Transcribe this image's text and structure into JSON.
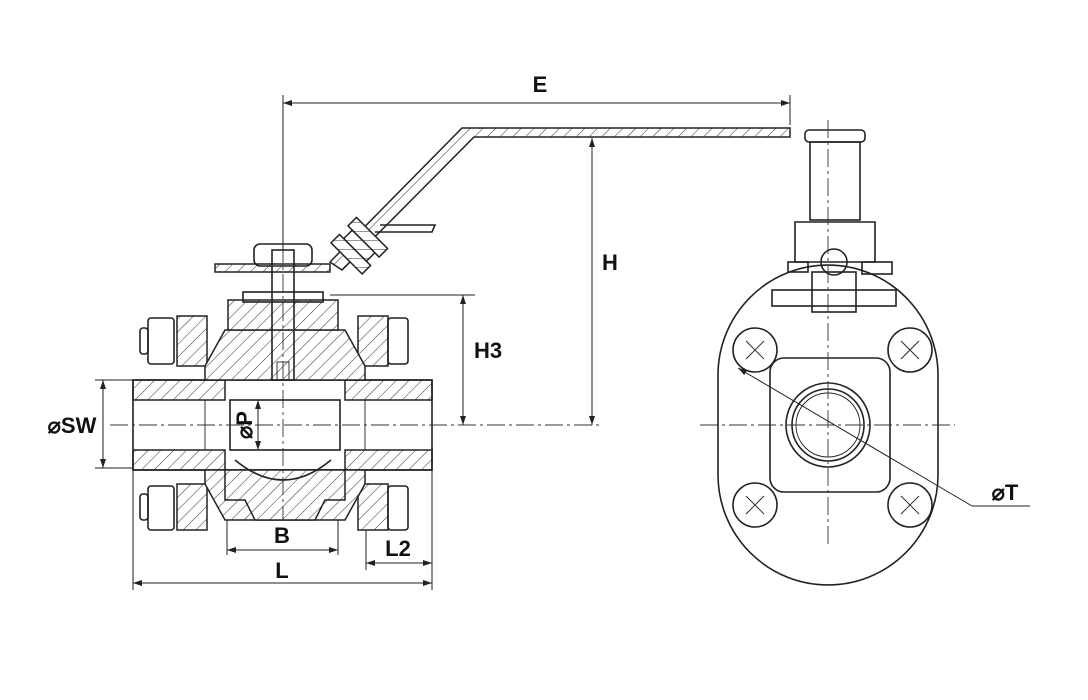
{
  "drawing": {
    "title": "Ball valve dimension drawing",
    "dimensions": {
      "E": "E",
      "H": "H",
      "H3": "H3",
      "SW": "⌀SW",
      "P": "⌀P",
      "B": "B",
      "L2": "L2",
      "L": "L",
      "T": "⌀T"
    }
  }
}
